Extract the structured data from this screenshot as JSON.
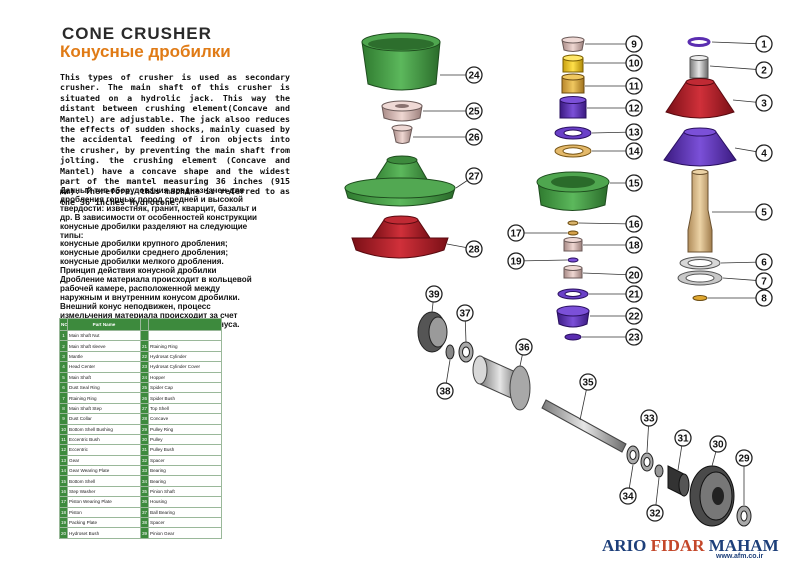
{
  "title_en": "CONE CRUSHER",
  "title_ru": "Конусные дробилки",
  "para_en": "This types of crusher is used as secondary crusher. The main shaft of this crusher is situated on a hydrolic jack. This way the distant between crushing element(Concave and Mantel) are adjustable. The jack alsoo reduces the effects of sudden shocks, mainly cuased by the accidental feeding of iron objects into the crusher, by preventing the main shaft from jolting. the crushing element (Concave and Mantel) have a concave shape and the widest part of the mantel measuring 36 inches (915 mm). Therefore, this machine is referred to as the 36 inches Hydrocone.",
  "para_ru_lines": [
    "Данный тип оборудования предназначен для",
    "дробления горных пород средней и высокой",
    "твердости: известняк, гранит, кварцит, базальт и",
    "др. В зависимости от особенностей конструкции",
    "конусные дробилки разделяют на следующие",
    "типы:",
    "конусные дробилки крупного дробления;",
    "конусные дробилки среднего дробления;",
    "конусные дробилки мелкого дробления.",
    "Принцип действия конусной дробилки",
    "Дробление материала происходит в кольцевой",
    "рабочей камере, расположенной между",
    "наружным и внутренним конусом дробилки.",
    "Внешний конус неподвижен, процесс",
    "измельчения материала происходит за счет",
    "движения внутреннего дробильного конуса."
  ],
  "table": {
    "header_no": "NO",
    "header_name": "Part Name",
    "rows": [
      {
        "n1": "1",
        "p1": "Main Shaft Nut",
        "n2": "",
        "p2": ""
      },
      {
        "n1": "2",
        "p1": "Main Shaft sleeve",
        "n2": "21",
        "p2": "Rtaining Ring"
      },
      {
        "n1": "3",
        "p1": "Mantle",
        "n2": "22",
        "p2": "Hydrosat Cylinder"
      },
      {
        "n1": "4",
        "p1": "Head Center",
        "n2": "23",
        "p2": "Hydrosat Cylinder Cover"
      },
      {
        "n1": "5",
        "p1": "Main Shaft",
        "n2": "24",
        "p2": "Hopper"
      },
      {
        "n1": "6",
        "p1": "Dust Seal Ring",
        "n2": "25",
        "p2": "Spider Cap"
      },
      {
        "n1": "7",
        "p1": "Rtaining Ring",
        "n2": "26",
        "p2": "Spider Bush"
      },
      {
        "n1": "8",
        "p1": "Main Shaft Step",
        "n2": "27",
        "p2": "Top Shell"
      },
      {
        "n1": "9",
        "p1": "Dust Collar",
        "n2": "28",
        "p2": "Concave"
      },
      {
        "n1": "10",
        "p1": "Bottom Shell Bushing",
        "n2": "29",
        "p2": "Pulley Ring"
      },
      {
        "n1": "11",
        "p1": "Eccentric Bush",
        "n2": "30",
        "p2": "Pulley"
      },
      {
        "n1": "12",
        "p1": "Eccentric",
        "n2": "31",
        "p2": "Pulley Bush"
      },
      {
        "n1": "13",
        "p1": "Gear",
        "n2": "32",
        "p2": "Spacer"
      },
      {
        "n1": "14",
        "p1": "Gear Wearing Plate",
        "n2": "33",
        "p2": "Bearing"
      },
      {
        "n1": "15",
        "p1": "Bottom Shell",
        "n2": "34",
        "p2": "Bearing"
      },
      {
        "n1": "16",
        "p1": "Step Washer",
        "n2": "35",
        "p2": "Pinion Shaft"
      },
      {
        "n1": "17",
        "p1": "Piston Wearing Plate",
        "n2": "36",
        "p2": "Housing"
      },
      {
        "n1": "18",
        "p1": "Piston",
        "n2": "37",
        "p2": "Ball Bearing"
      },
      {
        "n1": "19",
        "p1": "Packing Plate",
        "n2": "38",
        "p2": "Spacer"
      },
      {
        "n1": "20",
        "p1": "Hydroset Bush",
        "n2": "39",
        "p2": "Pinion Gear"
      }
    ]
  },
  "callouts": [
    "1",
    "2",
    "3",
    "4",
    "5",
    "6",
    "7",
    "8",
    "9",
    "10",
    "11",
    "12",
    "13",
    "14",
    "15",
    "16",
    "17",
    "18",
    "19",
    "20",
    "21",
    "22",
    "23",
    "24",
    "25",
    "26",
    "27",
    "28",
    "29",
    "30",
    "31",
    "32",
    "33",
    "34",
    "35",
    "36",
    "37",
    "38",
    "39"
  ],
  "brand": {
    "part1": "ARIO ",
    "part2": "FIDAR ",
    "part3": "MAHAM",
    "website": "www.afm.co.ir"
  },
  "colors": {
    "green": "#3d8a3d",
    "orange": "#e07b16",
    "red": "#b51a24",
    "purple": "#5a2db0",
    "navy": "#1d3f7a"
  }
}
